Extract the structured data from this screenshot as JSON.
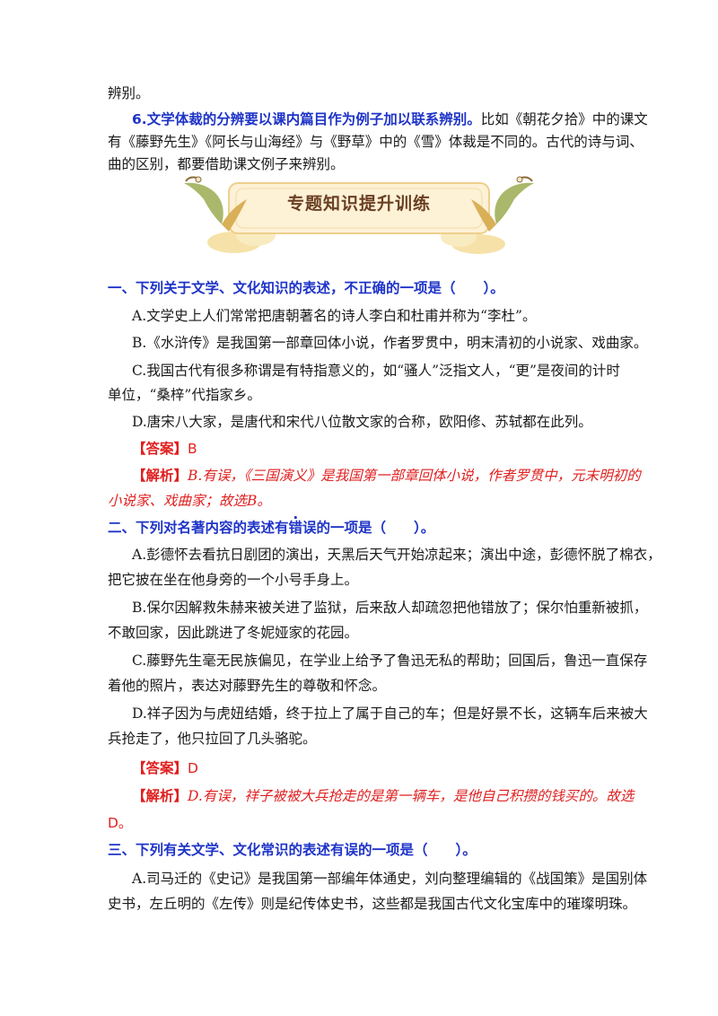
{
  "intro": {
    "line0": "辨别。",
    "tip_num": "6.",
    "tip_bold": "文学体裁的分辨要以课内篇目作为例子加以联系辨别。",
    "tip_rest1": "比如《朝花夕拾》中的课文",
    "tip_rest2": "有《藤野先生》《阿长与山海经》与《野草》中的《雪》体裁是不同的。古代的诗与词、",
    "tip_rest3": "曲的区别，都要借助课文例子来辨别。"
  },
  "banner": {
    "title": "专题知识提升训练"
  },
  "q1": {
    "stem": "一、下列关于文学、文化知识的表述，不正确的一项是（　　）。",
    "a": "A.文学史上人们常常把唐朝著名的诗人李白和杜甫并称为“李杜”。",
    "b": "B.《水浒传》是我国第一部章回体小说，作者罗贯中，明末清初的小说家、戏曲家。",
    "c1": "C.我国古代有很多称谓是有特指意义的，如“骚人”泛指文人，“更”是夜间的计时",
    "c2": "单位，“桑梓”代指家乡。",
    "d": "D.唐宋八大家，是唐代和宋代八位散文家的合称，欧阳修、苏轼都在此列。",
    "answer_label": "【答案】",
    "answer": "B",
    "analysis_label": "【解析】",
    "analysis1": "B.有误，《三国演义》是我国第一部章回体小说，作者罗贯中，元末明初的",
    "analysis2": "小说家、戏曲家；故选B。"
  },
  "q2": {
    "stem_pre": "二、下列对名著内容的表述",
    "stem_mark": "有错误",
    "stem_post": "的一项是（　　）。",
    "a1": "A.彭德怀去看抗日剧团的演出，天黑后天气开始凉起来；演出中途，彭德怀脱了棉衣，",
    "a2": "把它披在坐在他身旁的一个小号手身上。",
    "b1": "B.保尔因解救朱赫来被关进了监狱，后来敌人却疏忽把他错放了；保尔怕重新被抓，",
    "b2": "不敢回家，因此跳进了冬妮娅家的花园。",
    "c1": "C.藤野先生毫无民族偏见，在学业上给予了鲁迅无私的帮助；回国后，鲁迅一直保存",
    "c2": "着他的照片，表达对藤野先生的尊敬和怀念。",
    "d1": "D.祥子因为与虎妞结婚，终于拉上了属于自己的车；但是好景不长，这辆车后来被大",
    "d2": "兵抢走了，他只拉回了几头骆驼。",
    "answer_label": "【答案】",
    "answer": "D",
    "analysis_label": "【解析】",
    "analysis1": "D.有误，祥子被被大兵抢走的是第一辆车，是他自己积攒的钱买的。故选",
    "analysis2": "D。"
  },
  "q3": {
    "stem": "三、下列有关文学、文化常识的表述有误的一项是（　　）。",
    "a1": "A.司马迁的《史记》是我国第一部编年体通史，刘向整理编辑的《战国策》是国别体",
    "a2": "史书，左丘明的《左传》则是纪传体史书，这些都是我国古代文化宝库中的璀璨明珠。"
  }
}
